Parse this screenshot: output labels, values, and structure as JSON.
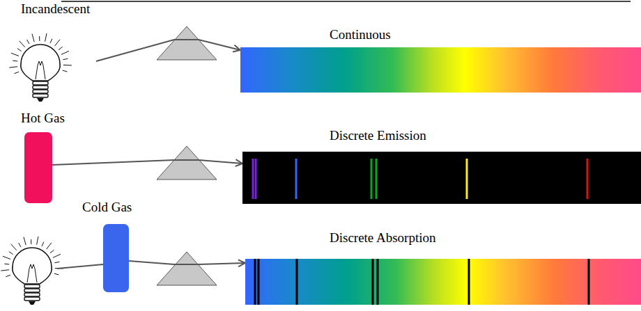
{
  "diagram": {
    "nodes": [
      {
        "text": [
          "Incandescent"
        ]
      },
      {
        "text": [
          "Continuous"
        ]
      },
      {
        "text": [
          "Hot Gas"
        ]
      },
      {
        "text": [
          "Discrete Emission"
        ]
      },
      {
        "text": [
          "Cold Gas"
        ]
      },
      {
        "text": [
          "Discrete Absorption"
        ]
      }
    ],
    "edges": [
      {
        "from": 0,
        "to": 1,
        "arrow": "to"
      },
      {
        "from": 2,
        "to": 3,
        "arrow": "to"
      },
      {
        "from": 4,
        "to": 5,
        "arrow": "to"
      }
    ]
  }
}
